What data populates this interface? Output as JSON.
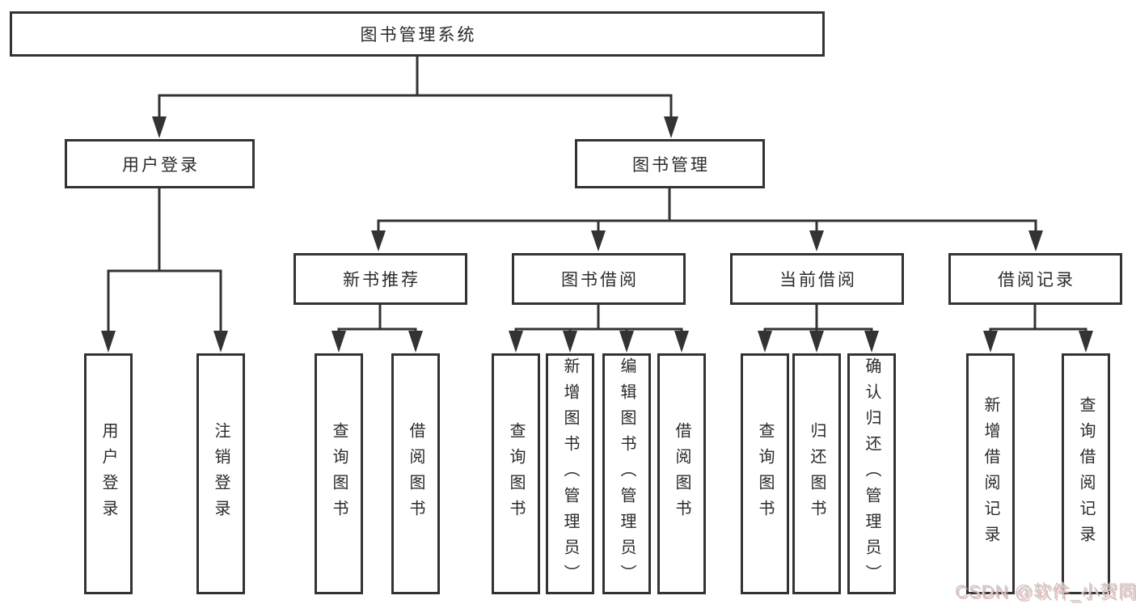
{
  "diagram": {
    "root": "图书管理系统",
    "level2": {
      "user_login": "用户登录",
      "book_mgmt": "图书管理"
    },
    "level3": {
      "new_books": "新书推荐",
      "borrow": "图书借阅",
      "current": "当前借阅",
      "records": "借阅记录"
    },
    "leaves": {
      "user_login": [
        "用户登录",
        "注销登录"
      ],
      "new_books": [
        "查询图书",
        "借阅图书"
      ],
      "borrow": [
        "查询图书",
        "新增图书（管理员）",
        "编辑图书（管理员）",
        "借阅图书"
      ],
      "current": [
        "查询图书",
        "归还图书",
        "确认归还（管理员）"
      ],
      "records": [
        "新增借阅记录",
        "查询借阅记录"
      ]
    }
  },
  "watermark": "CSDN @软件_小贺同学",
  "colors": {
    "line": "#333333",
    "box_border": "#333333",
    "text": "#2b2b2b",
    "watermark": "#ccc9c9"
  }
}
